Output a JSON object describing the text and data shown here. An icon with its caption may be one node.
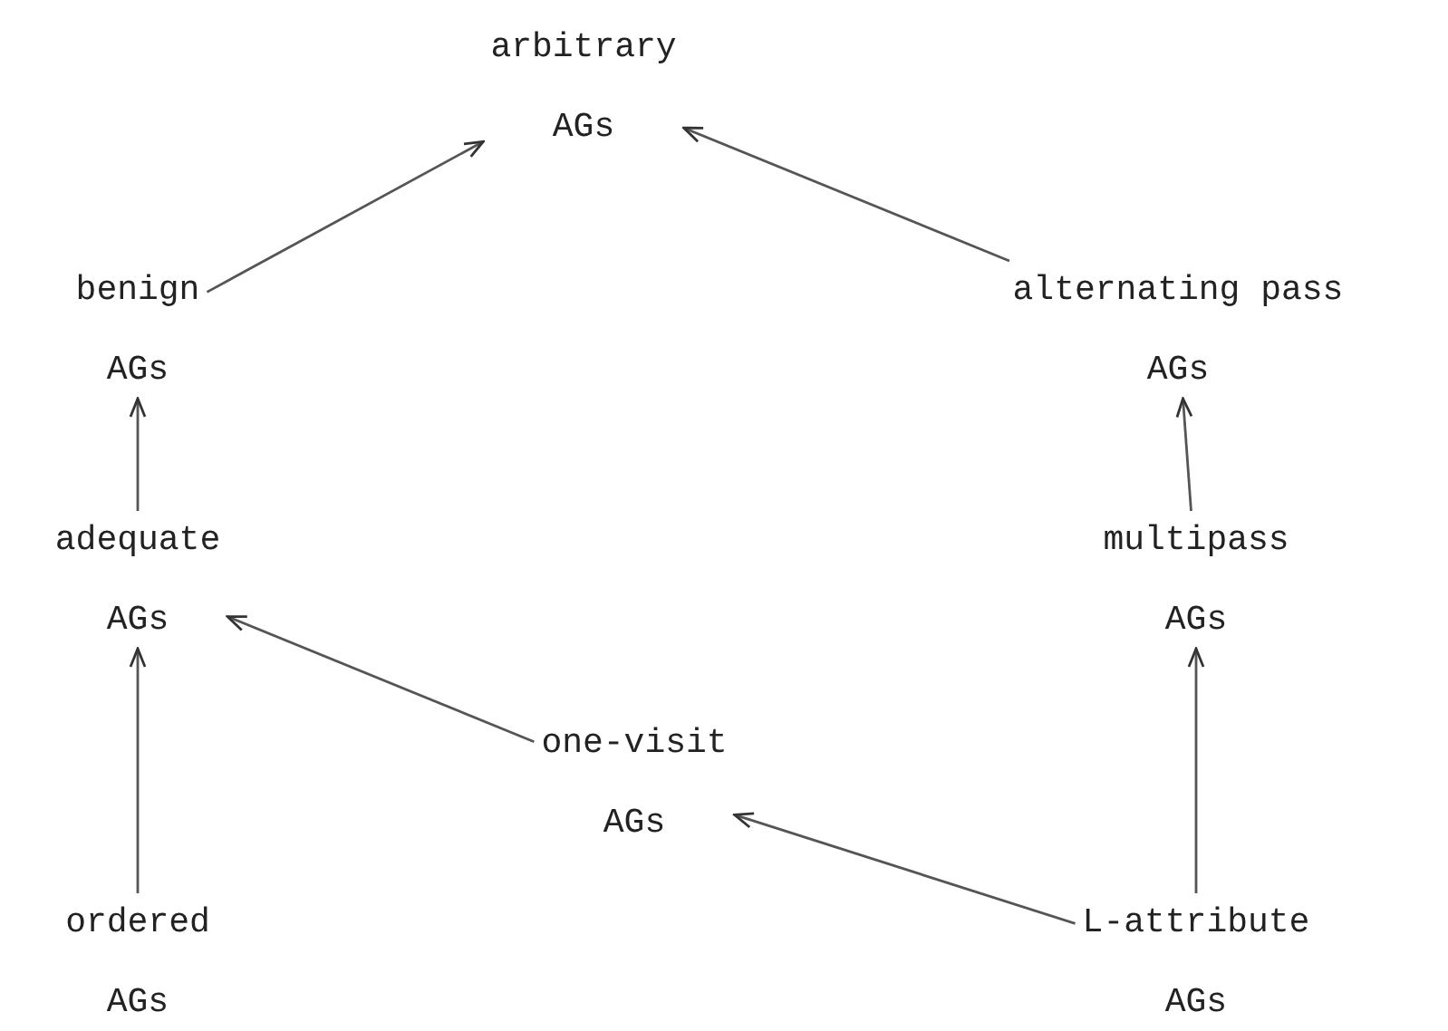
{
  "diagram": {
    "nodes": [
      {
        "text": [
          "arbitrary",
          "AGs"
        ]
      },
      {
        "text": [
          "benign",
          "AGs"
        ]
      },
      {
        "text": [
          "alternating pass",
          "AGs"
        ]
      },
      {
        "text": [
          "adequate",
          "AGs"
        ]
      },
      {
        "text": [
          "multipass",
          "AGs"
        ]
      },
      {
        "text": [
          "one-visit",
          "AGs"
        ]
      },
      {
        "text": [
          "ordered",
          "AGs"
        ]
      },
      {
        "text": [
          "L-attribute",
          "AGs"
        ]
      }
    ],
    "edges": [
      {
        "from": 1,
        "to": 0,
        "arrow": "to"
      },
      {
        "from": 2,
        "to": 0,
        "arrow": "to"
      },
      {
        "from": 3,
        "to": 1,
        "arrow": "to"
      },
      {
        "from": 4,
        "to": 2,
        "arrow": "to"
      },
      {
        "from": 5,
        "to": 3,
        "arrow": "to"
      },
      {
        "from": 6,
        "to": 3,
        "arrow": "to"
      },
      {
        "from": 7,
        "to": 5,
        "arrow": "to"
      },
      {
        "from": 7,
        "to": 4,
        "arrow": "to"
      }
    ]
  }
}
